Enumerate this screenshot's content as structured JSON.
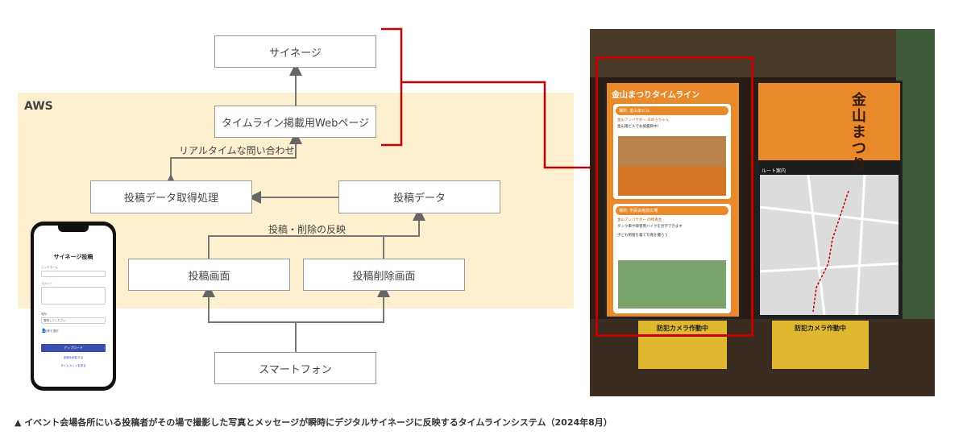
{
  "diagram": {
    "region_label": "AWS",
    "nodes": {
      "signage": "サイネージ",
      "timeline_page": "タイムライン掲載用Webページ",
      "fetch_process": "投稿データ取得処理",
      "post_data": "投稿データ",
      "post_screen": "投稿画面",
      "delete_screen": "投稿削除画面",
      "smartphone": "スマートフォン"
    },
    "edge_labels": {
      "realtime_query": "リアルタイムな問い合わせ",
      "post_delete_reflect": "投稿・削除の反映"
    }
  },
  "phone": {
    "title": "サイネージ投稿",
    "nickname_label": "ニックネーム",
    "comment_label": "コメント",
    "location_label": "場所",
    "location_placeholder": "選択してください",
    "photo_label": "画像を選択",
    "upload_button": "アップロード",
    "delete_link": "投稿を削除する",
    "timeline_link": "タイムラインを見る"
  },
  "photo": {
    "signage_title": "金山まつりタイムライン",
    "place1": "場所: 金山南ビル",
    "user1": "金山アンバサダー あめろちゃん",
    "msg1": "金山南ビルでお披露目中！",
    "place2": "場所: 市民会館前広場",
    "user2": "金山アンバサダー 岡崎真並",
    "msg2": "タンク車や障害用バイクを見学できます",
    "msg3": "子ども制服を着て写真を撮ろう",
    "right_logo": "金山まつり",
    "route_label": "ルート案内",
    "camera_notice": "防犯カメラ作動中"
  },
  "caption": "▲ イベント会場各所にいる投稿者がその場で撮影した写真とメッセージが瞬時にデジタルサイネージに反映するタイムラインシステム（2024年8月）",
  "colors": {
    "aws_bg": "#fdf0cf",
    "highlight": "#c40000",
    "link_blue": "#3b4fb0",
    "signage_orange": "#e8892a"
  }
}
